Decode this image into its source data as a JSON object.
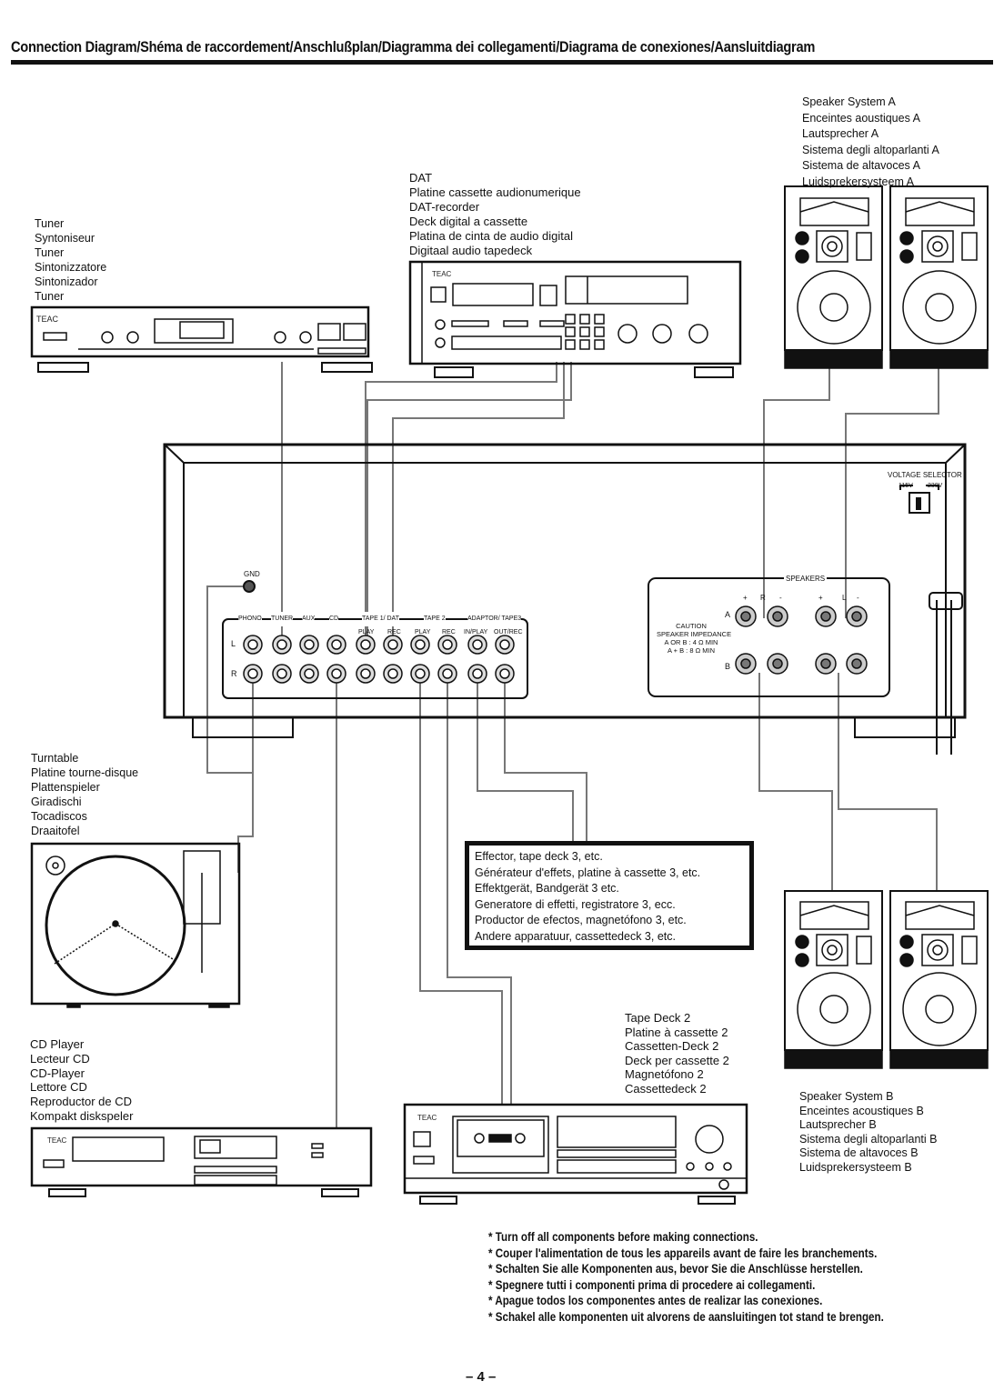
{
  "header": {
    "title": "Connection Diagram/Shéma de raccordement/Anschlußplan/Diagramma dei collegamenti/Diagrama de conexiones/Aansluitdiagram"
  },
  "components": {
    "speaker_a": {
      "labels": [
        "Speaker System A",
        "Enceintes aoustiques A",
        "Lautsprecher A",
        "Sistema degli altoparlanti A",
        "Sistema de altavoces A",
        "Luidsprekersysteem A"
      ]
    },
    "dat": {
      "labels": [
        "DAT",
        "Platine cassette audionumerique",
        "DAT-recorder",
        "Deck digital a cassette",
        "Platina de cinta de audio digital",
        "Digitaal audio tapedeck"
      ],
      "brand": "TEAC"
    },
    "tuner": {
      "labels": [
        "Tuner",
        "Syntoniseur",
        "Tuner",
        "Sintonizzatore",
        "Sintonizador",
        "Tuner"
      ],
      "brand": "TEAC"
    },
    "turntable": {
      "labels": [
        "Turntable",
        "Platine tourne-disque",
        "Plattenspieler",
        "Giradischi",
        "Tocadiscos",
        "Draaitofel"
      ]
    },
    "effector": {
      "labels": [
        "Effector, tape deck 3, etc.",
        "Générateur d'effets, platine à cassette 3, etc.",
        "Effektgerät, Bandgerät 3 etc.",
        "Generatore di effetti, registratore 3, ecc.",
        "Productor de efectos, magnetófono 3, etc.",
        "Andere apparatuur, cassettedeck 3, etc."
      ]
    },
    "cd_player": {
      "labels": [
        "CD Player",
        "Lecteur CD",
        "CD-Player",
        "Lettore CD",
        "Reproductor de CD",
        "Kompakt diskspeler"
      ],
      "brand": "TEAC"
    },
    "tape_deck_2": {
      "labels": [
        "Tape Deck 2",
        "Platine à cassette 2",
        "Cassetten-Deck 2",
        "Deck per cassette 2",
        "Magnetófono 2",
        "Cassettedeck 2"
      ],
      "brand": "TEAC"
    },
    "speaker_b": {
      "labels": [
        "Speaker System B",
        "Enceintes acoustiques B",
        "Lautsprecher B",
        "Sistema degli altoparlanti B",
        "Sistema de altavoces B",
        "Luidsprekersysteem B"
      ]
    }
  },
  "amplifier": {
    "gnd_label": "GND",
    "input_groups": [
      "PHONO",
      "TUNER",
      "AUX",
      "CD",
      "TAPE 1/ DAT",
      "TAPE 2",
      "ADAPTOR/ TAPE3"
    ],
    "sub_labels": [
      "PLAY",
      "REC",
      "PLAY",
      "REC",
      "IN/PLAY",
      "OUT/REC"
    ],
    "channel_labels": [
      "L",
      "R"
    ],
    "speakers_label": "SPEAKERS",
    "speaker_rows": [
      "A",
      "B"
    ],
    "speaker_channels": [
      "R",
      "L"
    ],
    "polarity": [
      "+",
      "-",
      "+",
      "-"
    ],
    "caution": [
      "CAUTION",
      "SPEAKER IMPEDANCE",
      "A OR B : 4 Ω MIN",
      "A + B : 8 Ω MIN"
    ],
    "voltage_selector": {
      "label": "VOLTAGE SELECTOR",
      "options": [
        "115V",
        "230V"
      ],
      "selected": "115V"
    }
  },
  "notes": [
    "* Turn off all components before making connections.",
    "* Couper l'alimentation de tous les appareils avant de faire les branchements.",
    "* Schalten Sie alle Komponenten aus, bevor Sie die Anschlüsse herstellen.",
    "* Spegnere tutti i componenti prima di procedere ai collegamenti.",
    "* Apague todos los componentes antes de realizar las conexiones.",
    "* Schakel alle komponenten uit alvorens de aansluitingen tot stand te brengen."
  ],
  "page_number": "– 4 –"
}
